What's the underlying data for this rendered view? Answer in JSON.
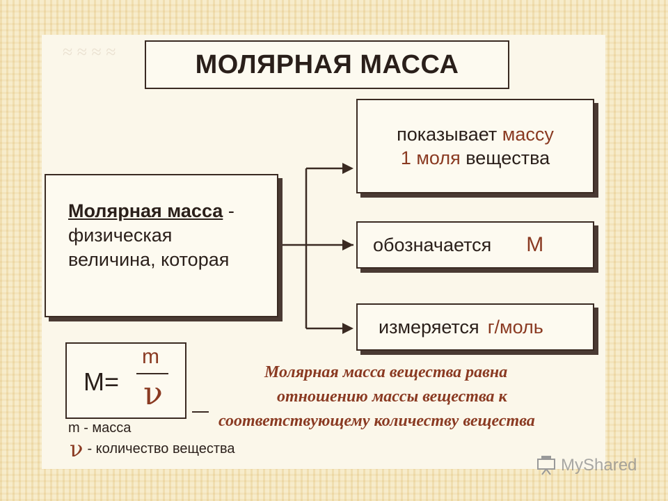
{
  "title": "МОЛЯРНАЯ МАССА",
  "definition": {
    "term": "Молярная масса",
    "dash": "-",
    "line2": "физическая",
    "line3": "величина, которая"
  },
  "properties": [
    {
      "line1_a": "показывает",
      "line1_b": "массу",
      "line2_a": "1 моля",
      "line2_b": "вещества"
    },
    {
      "label": "обозначается",
      "value": "М"
    },
    {
      "label": "измеряется",
      "value": "г/моль"
    }
  ],
  "formula": {
    "left": "М=",
    "numerator": "m",
    "denominator": "ν"
  },
  "legend": [
    {
      "symbol": "m",
      "text": "m - масса"
    },
    {
      "symbol": "ν",
      "text": "- количество вещества"
    }
  ],
  "note": [
    "Молярная масса вещества равна",
    "отношению массы вещества к",
    "соответствующему количеству вещества"
  ],
  "watermark": "MyShared",
  "colors": {
    "accent": "#8a3a22",
    "ink": "#2a1f1a",
    "background": "#f7eccb"
  }
}
